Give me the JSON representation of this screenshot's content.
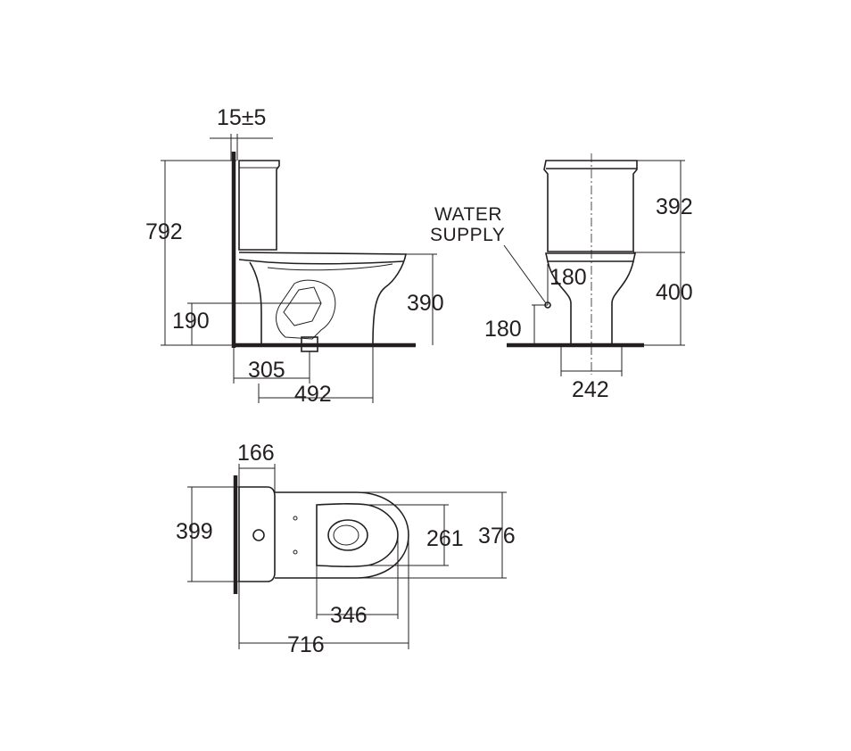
{
  "side_view": {
    "wall_offset": "15±5",
    "total_height": "792",
    "outlet_height": "190",
    "seat_height": "390",
    "outlet_to_wall": "305",
    "front_projection": "492"
  },
  "front_view": {
    "water_supply_label_line1": "WATER",
    "water_supply_label_line2": "SUPPLY",
    "cistern_height": "392",
    "bowl_height": "400",
    "supply_height": "180",
    "supply_offset": "180",
    "base_width": "242"
  },
  "plan_view": {
    "cistern_depth": "166",
    "cistern_width": "399",
    "seat_inner_width": "261",
    "bowl_width": "376",
    "bowl_length": "346",
    "overall_length": "716"
  }
}
